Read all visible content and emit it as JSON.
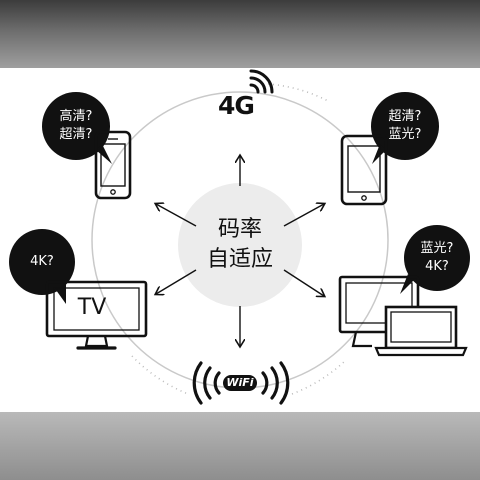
{
  "center": {
    "line1": "码率",
    "line2": "自适应"
  },
  "network_labels": {
    "cellular": "4G",
    "wifi": "WiFi"
  },
  "bubbles": {
    "phone": [
      "高清?",
      "超清?"
    ],
    "tablet": [
      "超清?",
      "蓝光?"
    ],
    "tv": [
      "4K?"
    ],
    "computer": [
      "蓝光?",
      "4K?"
    ]
  },
  "tv_screen_label": "TV",
  "icons": {
    "phone": "smartphone-icon",
    "tablet": "tablet-icon",
    "tv": "tv-icon",
    "computer": "desktop-laptop-icon",
    "cellular": "cellular-signal-icon",
    "wifi": "wifi-icon"
  },
  "colors": {
    "ink": "#111111",
    "bubble": "#111111",
    "ring": "#cccccc",
    "center_disc": "#ececec",
    "background": "#ffffff"
  }
}
